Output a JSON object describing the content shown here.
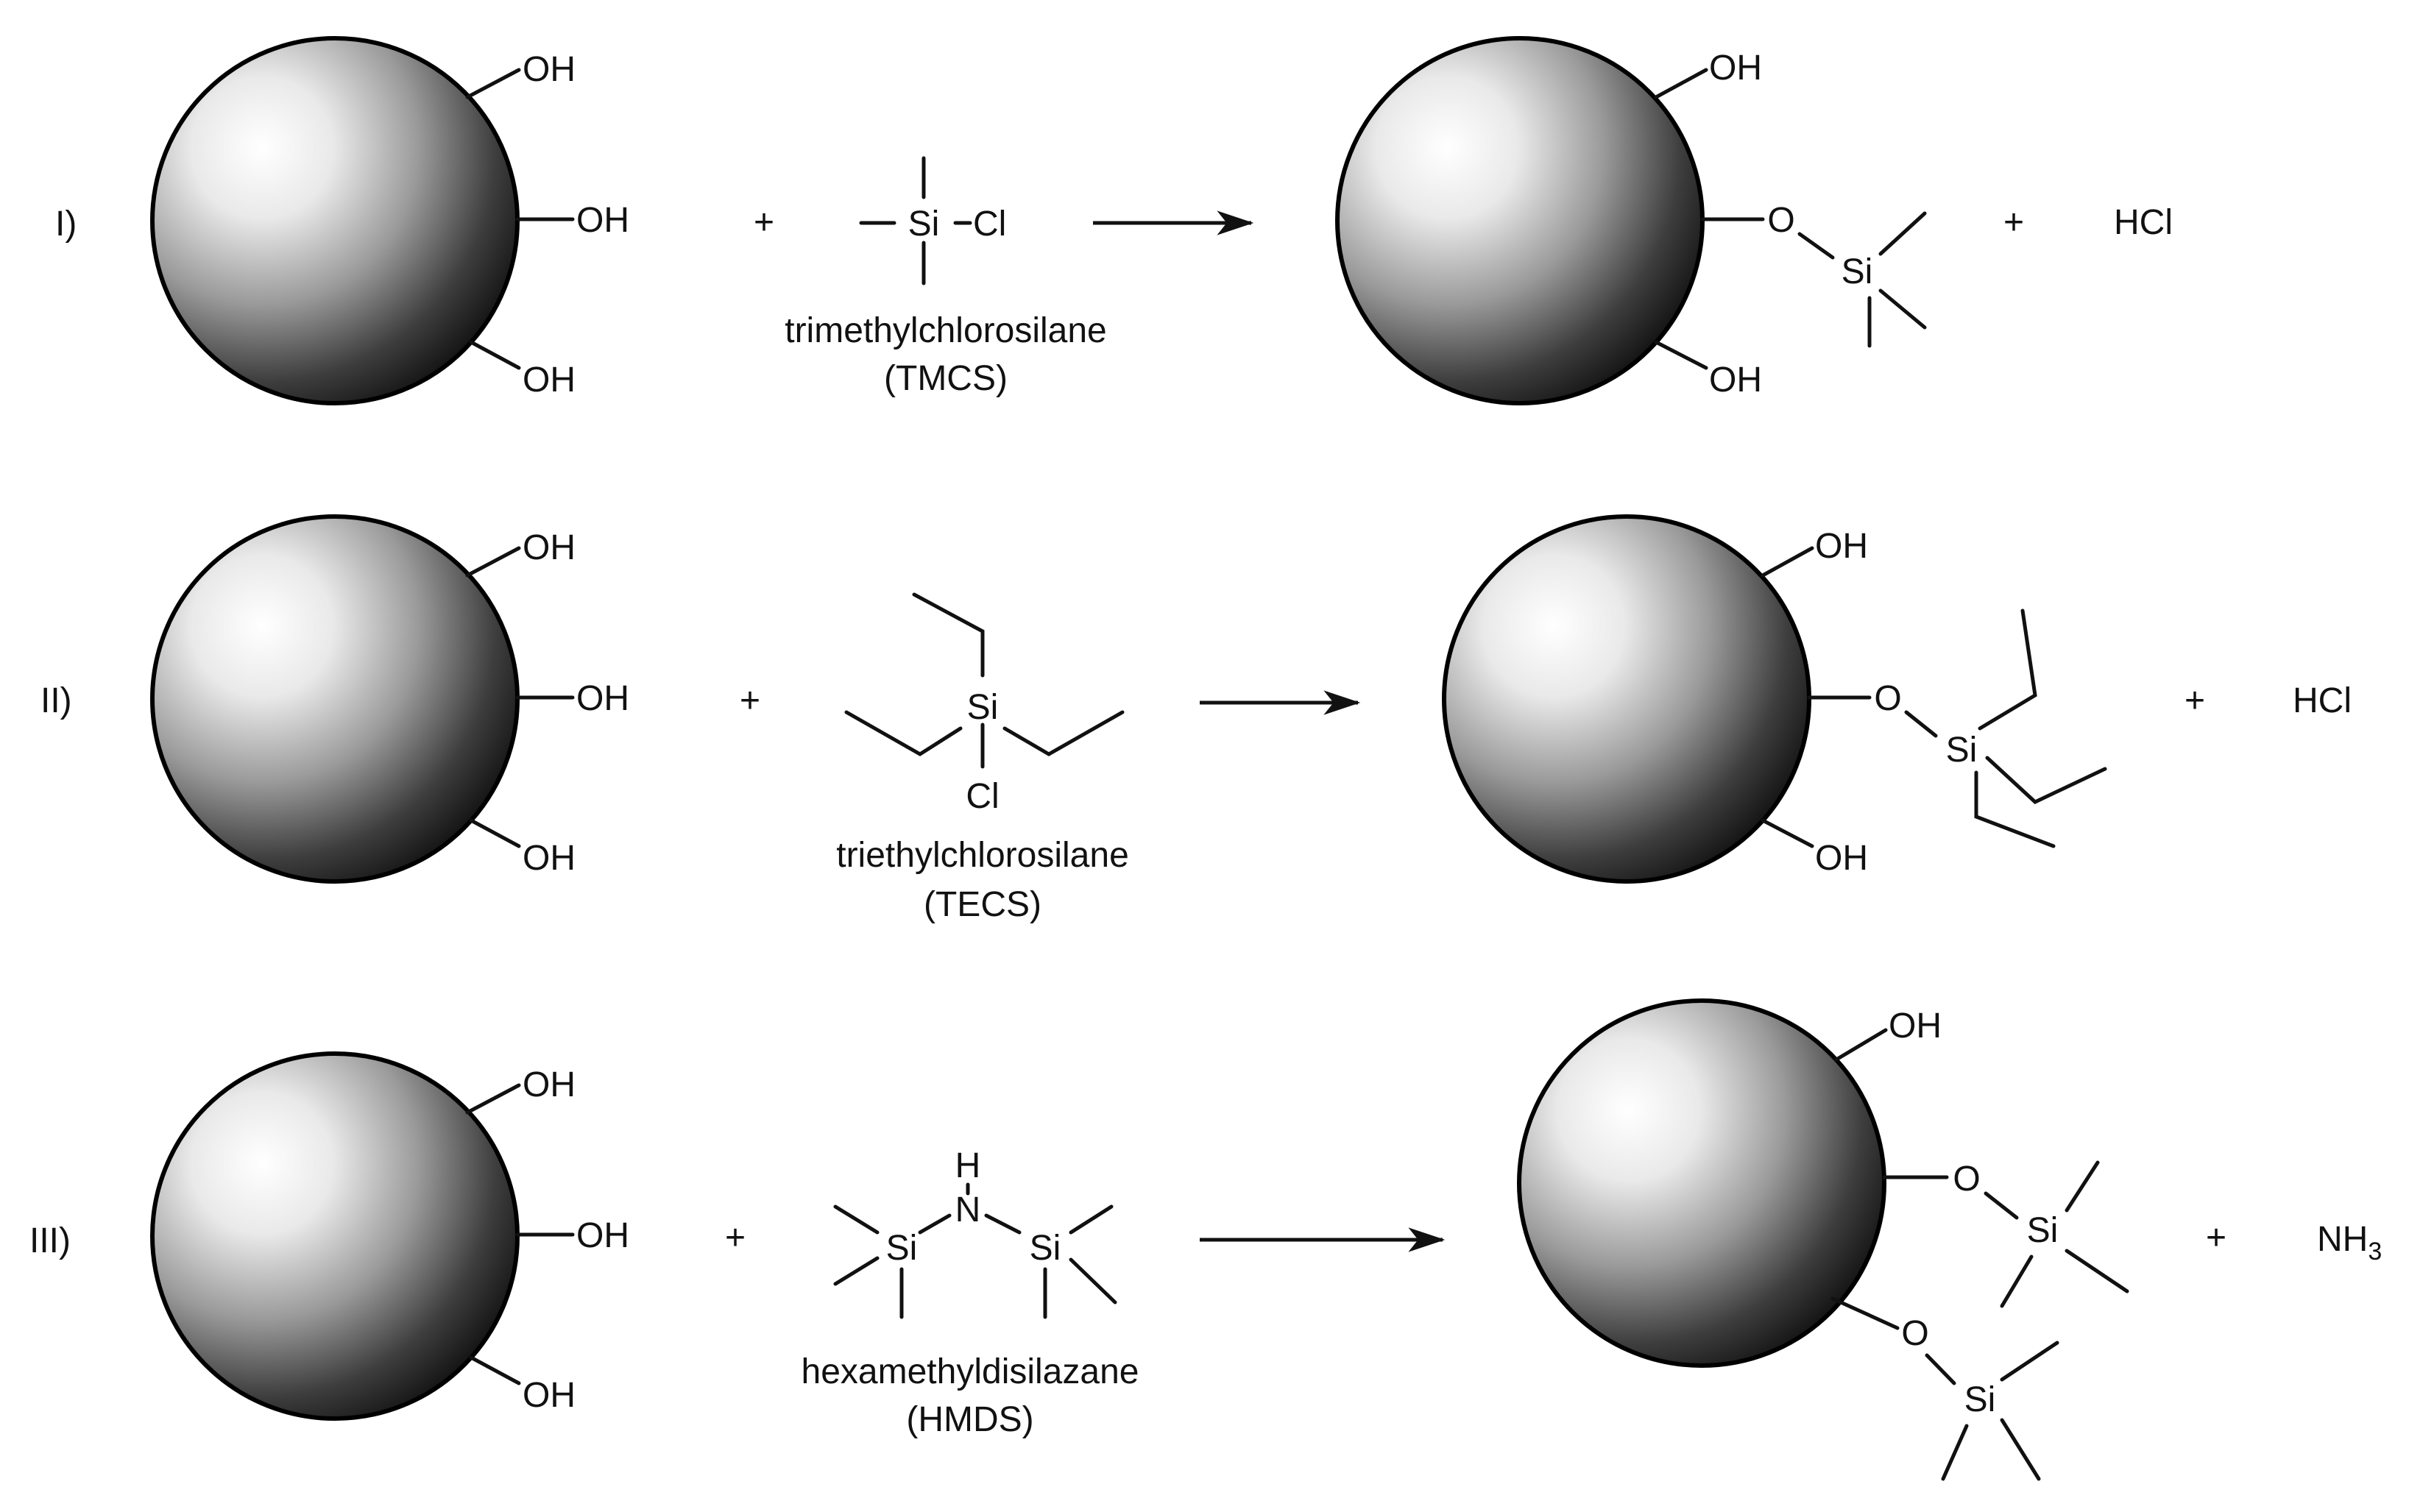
{
  "reactions": [
    {
      "numeral": "I)",
      "reagent_name": "trimethylchlorosilane",
      "reagent_abbr": "(TMCS)",
      "byproduct": "HCl"
    },
    {
      "numeral": "II)",
      "reagent_name": "triethylchlorosilane",
      "reagent_abbr": "(TECS)",
      "byproduct": "HCl"
    },
    {
      "numeral": "III)",
      "reagent_name": "hexamethyldisilazane",
      "reagent_abbr": "(HMDS)",
      "byproduct_main": "NH",
      "byproduct_sub": "3"
    }
  ],
  "atoms": {
    "hydroxyl": "OH",
    "oxygen": "O",
    "silicon": "Si",
    "chlorine": "Cl",
    "nitrogen": "N",
    "hydrogen": "H",
    "plus": "+"
  },
  "colors": {
    "sphere_highlight": "#ffffff",
    "sphere_shadow": "#1a1a1a",
    "ink": "#111111"
  }
}
